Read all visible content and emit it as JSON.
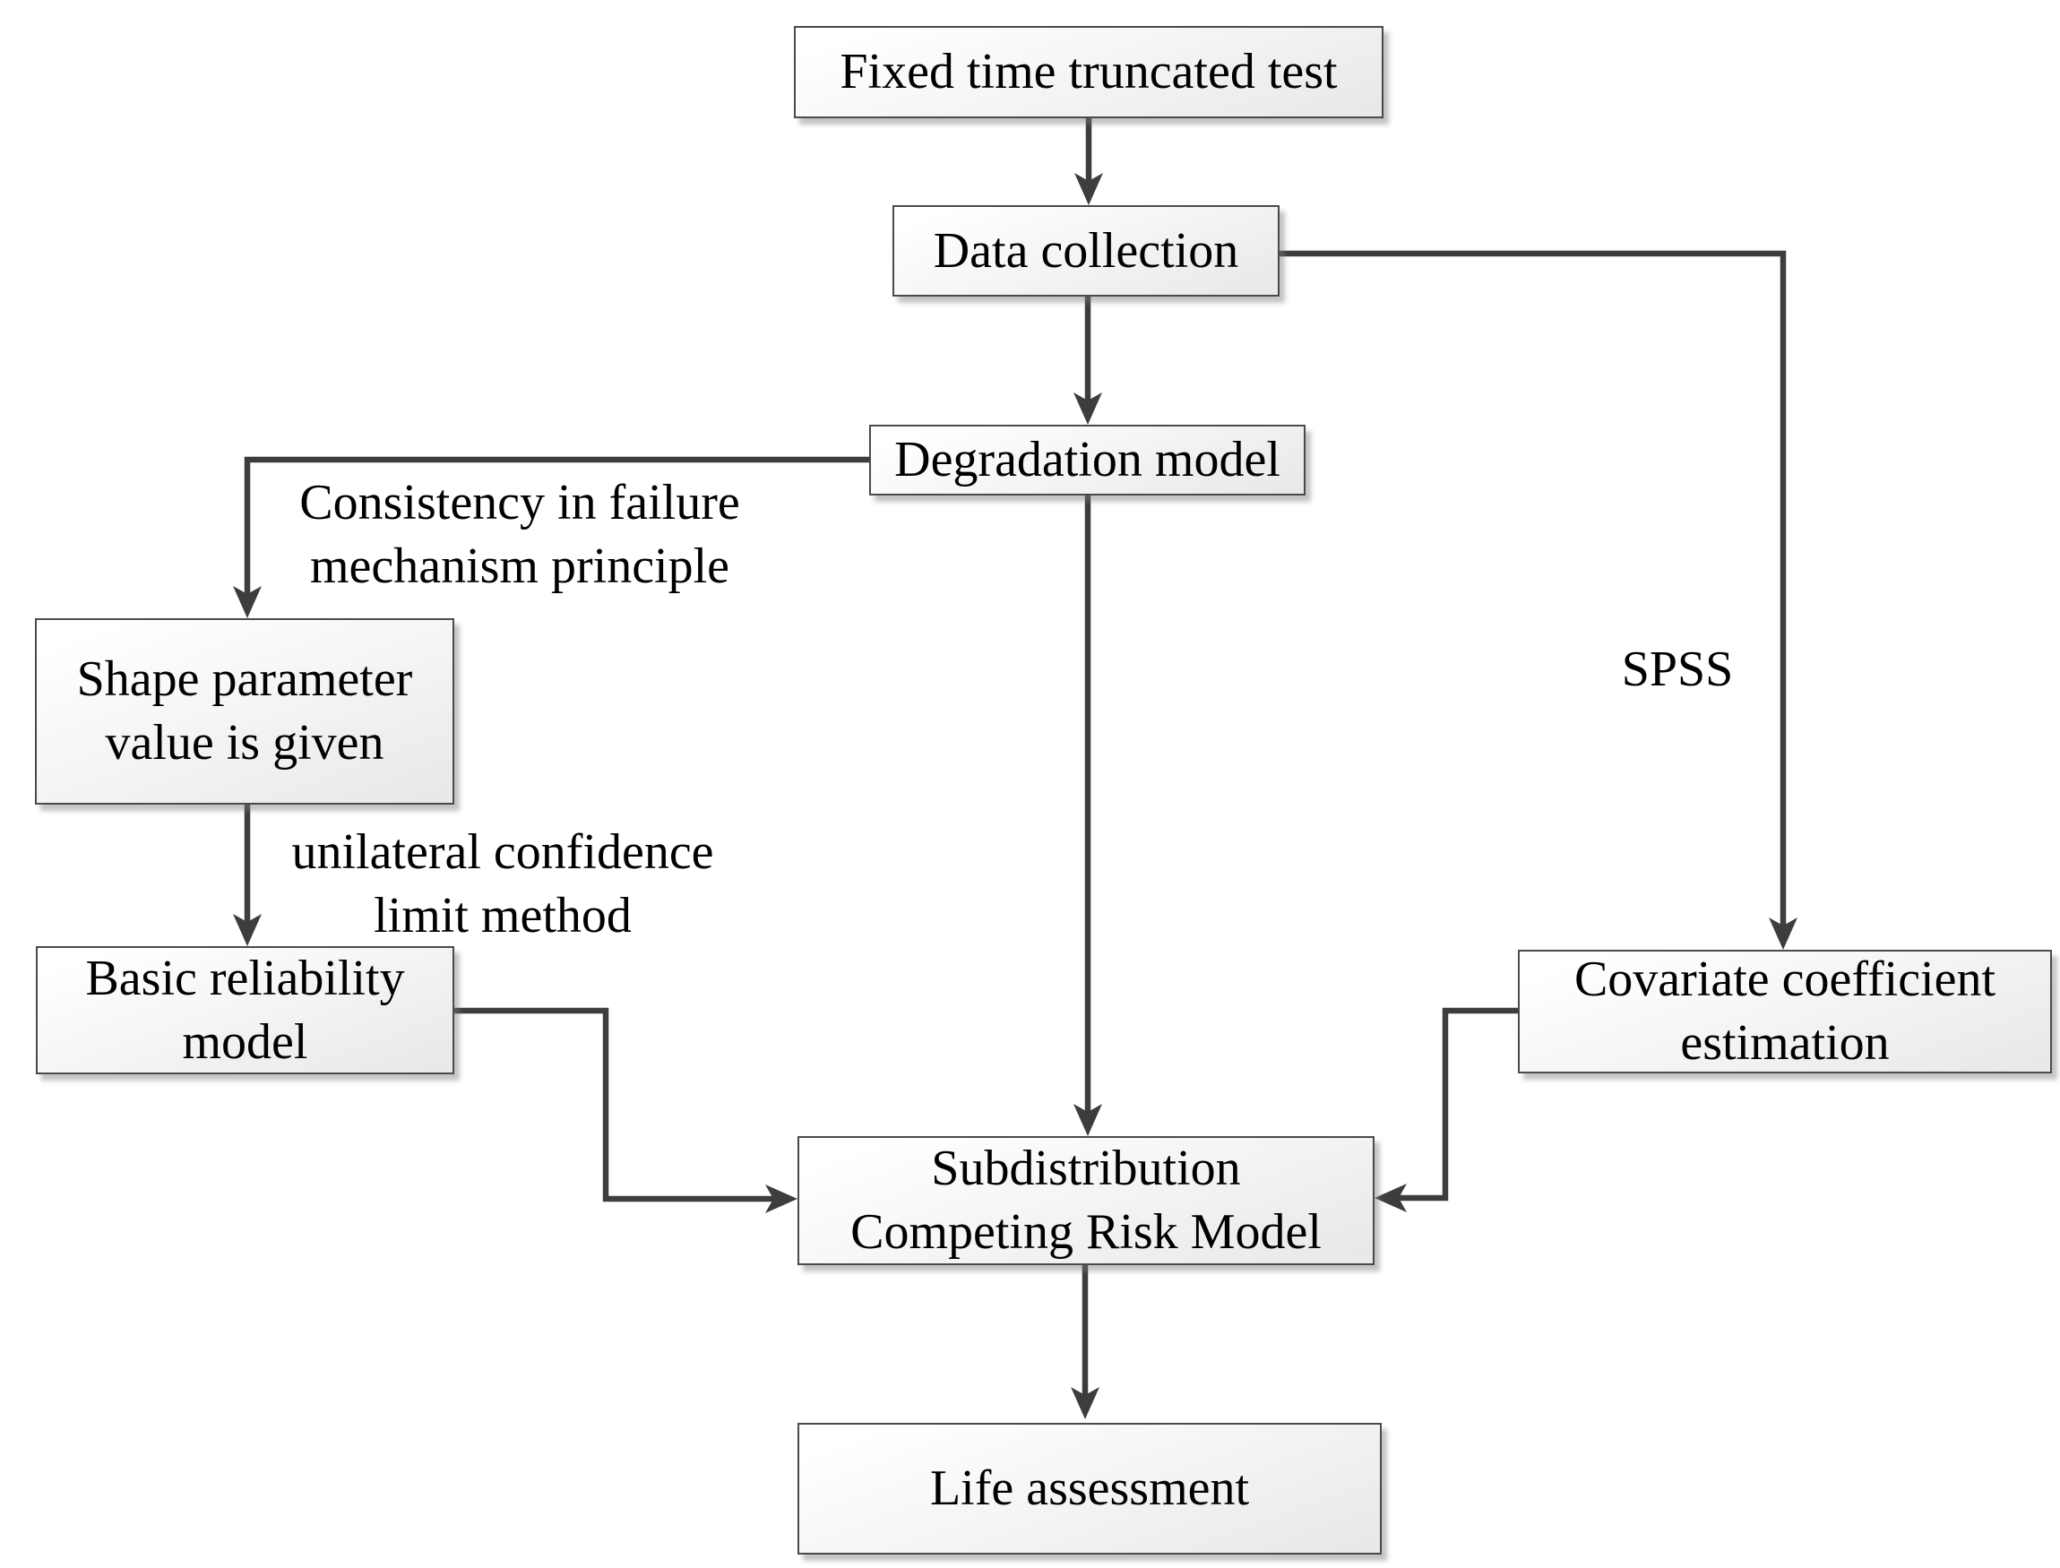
{
  "figure": {
    "title": "Life assessment flowchart",
    "colors": {
      "background": "#ffffff",
      "text": "#000000",
      "arrow": "#3d3d3d",
      "box_border": "#4a4a4a",
      "box_fill_top": "#ffffff",
      "box_fill_bottom": "#e9e9e9",
      "shadow": "rgba(125,125,125,0.45)"
    },
    "nodes": {
      "fixed_time_truncated_test": {
        "label": "Fixed time truncated test"
      },
      "data_collection": {
        "label": "Data collection"
      },
      "degradation_model": {
        "label": "Degradation model"
      },
      "shape_parameter": {
        "label": "Shape parameter\nvalue is given"
      },
      "basic_reliability": {
        "label": "Basic reliability\nmodel"
      },
      "covariate_coefficient": {
        "label": "Covariate coefficient\nestimation"
      },
      "subdistribution_model": {
        "label": "Subdistribution\nCompeting Risk Model"
      },
      "life_assessment": {
        "label": "Life assessment"
      }
    },
    "edge_labels": {
      "consistency": "Consistency in failure\nmechanism principle",
      "unilateral": "unilateral confidence\nlimit method",
      "spss": "SPSS"
    }
  }
}
